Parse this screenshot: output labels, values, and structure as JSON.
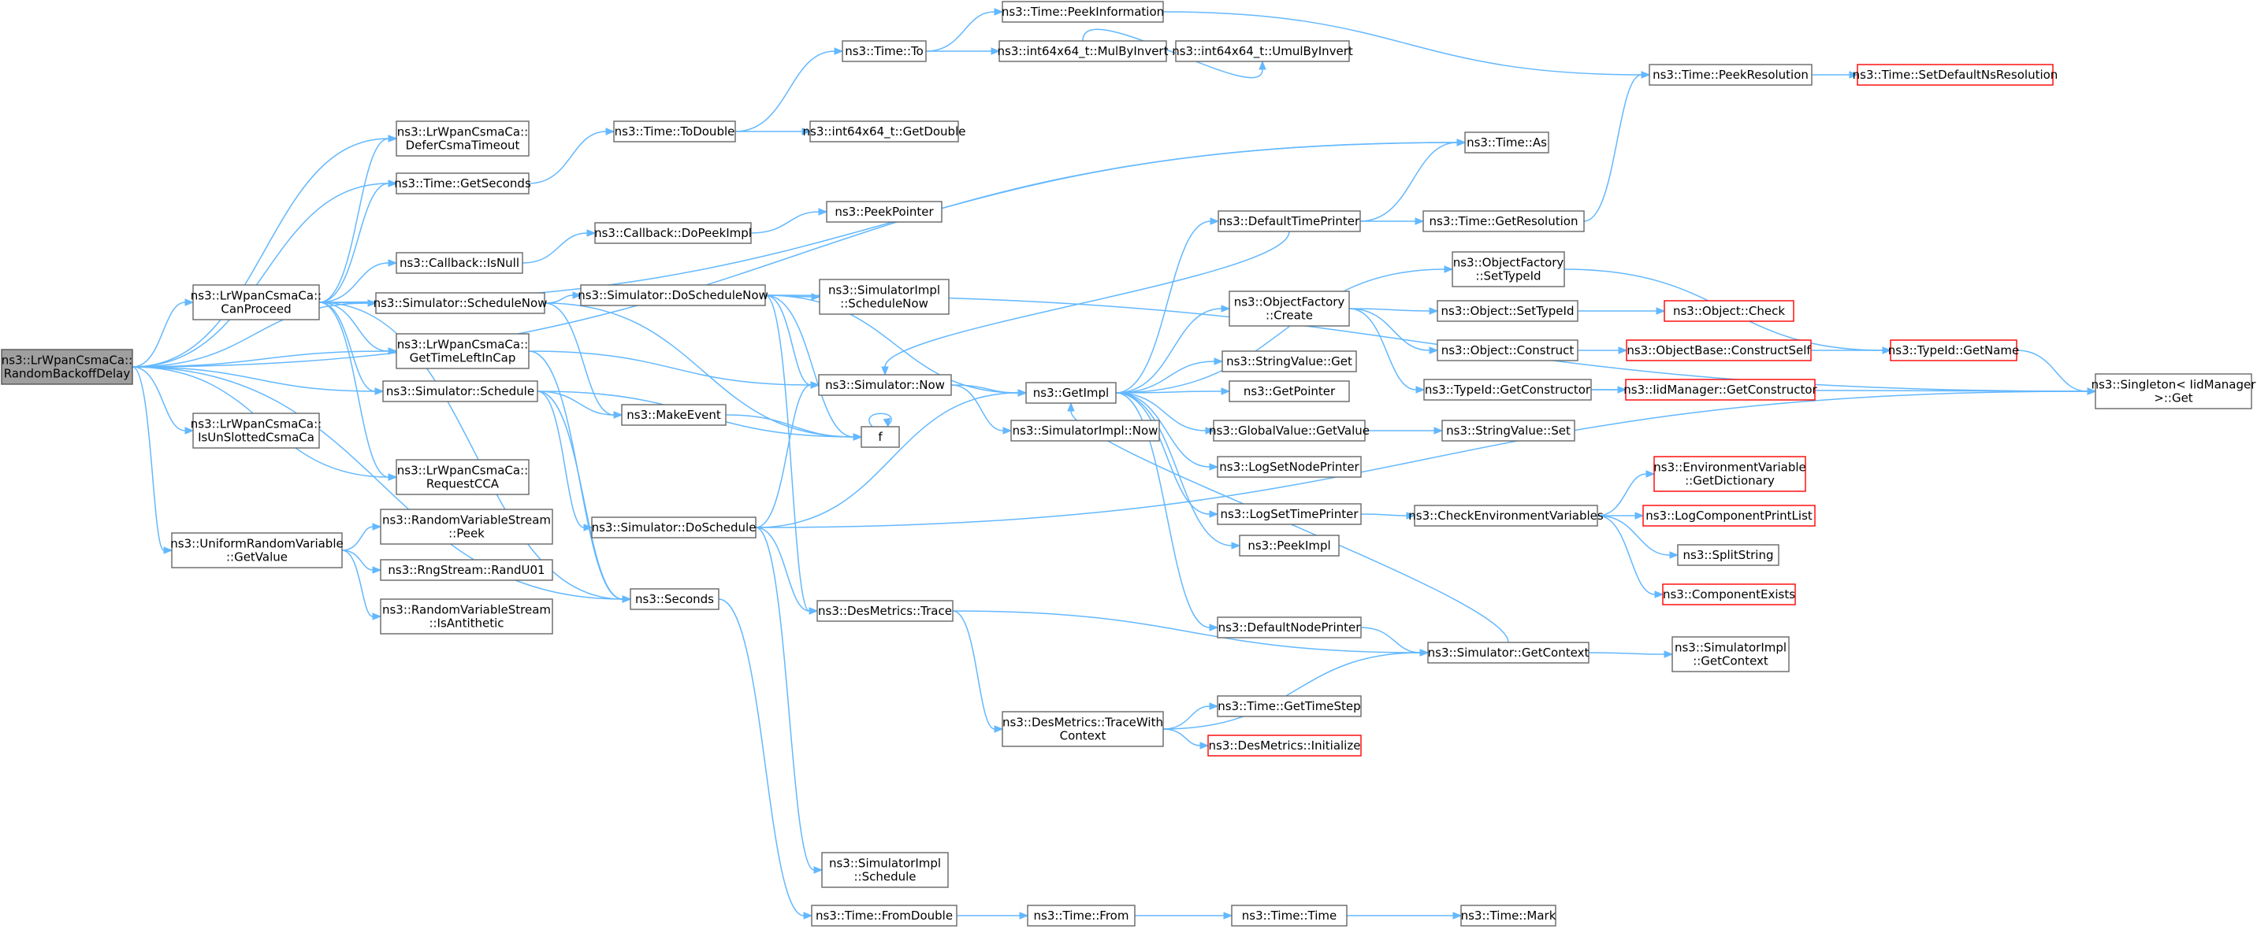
{
  "diagram": {
    "nodes": [
      {
        "id": "root",
        "lines": [
          "ns3::LrWpanCsmaCa::",
          "RandomBackoffDelay"
        ],
        "style": "root"
      },
      {
        "id": "canproceed",
        "lines": [
          "ns3::LrWpanCsmaCa::",
          "CanProceed"
        ],
        "style": "plain"
      },
      {
        "id": "isunslotted",
        "lines": [
          "ns3::LrWpanCsmaCa::",
          "IsUnSlottedCsmaCa"
        ],
        "style": "plain"
      },
      {
        "id": "urvgetvalue",
        "lines": [
          "ns3::UniformRandomVariable",
          "::GetValue"
        ],
        "style": "plain"
      },
      {
        "id": "defercsma",
        "lines": [
          "ns3::LrWpanCsmaCa::",
          "DeferCsmaTimeout"
        ],
        "style": "plain"
      },
      {
        "id": "getseconds",
        "lines": [
          "ns3::Time::GetSeconds"
        ],
        "style": "plain"
      },
      {
        "id": "isnull",
        "lines": [
          "ns3::Callback::IsNull"
        ],
        "style": "plain"
      },
      {
        "id": "schedulenow",
        "lines": [
          "ns3::Simulator::ScheduleNow"
        ],
        "style": "plain"
      },
      {
        "id": "gettimeleft",
        "lines": [
          "ns3::LrWpanCsmaCa::",
          "GetTimeLeftInCap"
        ],
        "style": "plain"
      },
      {
        "id": "schedule",
        "lines": [
          "ns3::Simulator::Schedule"
        ],
        "style": "plain"
      },
      {
        "id": "requestcca",
        "lines": [
          "ns3::LrWpanCsmaCa::",
          "RequestCCA"
        ],
        "style": "plain"
      },
      {
        "id": "rvspeek",
        "lines": [
          "ns3::RandomVariableStream",
          "::Peek"
        ],
        "style": "plain"
      },
      {
        "id": "randu01",
        "lines": [
          "ns3::RngStream::RandU01"
        ],
        "style": "plain"
      },
      {
        "id": "isantithetic",
        "lines": [
          "ns3::RandomVariableStream",
          "::IsAntithetic"
        ],
        "style": "plain"
      },
      {
        "id": "seconds",
        "lines": [
          "ns3::Seconds"
        ],
        "style": "plain"
      },
      {
        "id": "todouble",
        "lines": [
          "ns3::Time::ToDouble"
        ],
        "style": "plain"
      },
      {
        "id": "dopeekimpl",
        "lines": [
          "ns3::Callback::DoPeekImpl"
        ],
        "style": "plain"
      },
      {
        "id": "doschedulenow",
        "lines": [
          "ns3::Simulator::DoScheduleNow"
        ],
        "style": "plain"
      },
      {
        "id": "makeevent",
        "lines": [
          "ns3::MakeEvent"
        ],
        "style": "plain"
      },
      {
        "id": "doschedule",
        "lines": [
          "ns3::Simulator::DoSchedule"
        ],
        "style": "plain"
      },
      {
        "id": "timeto",
        "lines": [
          "ns3::Time::To"
        ],
        "style": "plain"
      },
      {
        "id": "getdouble",
        "lines": [
          "ns3::int64x64_t::GetDouble"
        ],
        "style": "plain"
      },
      {
        "id": "peekpointer",
        "lines": [
          "ns3::PeekPointer"
        ],
        "style": "plain"
      },
      {
        "id": "simimplschednow",
        "lines": [
          "ns3::SimulatorImpl",
          "::ScheduleNow"
        ],
        "style": "plain"
      },
      {
        "id": "simnow",
        "lines": [
          "ns3::Simulator::Now"
        ],
        "style": "plain"
      },
      {
        "id": "f",
        "lines": [
          "f"
        ],
        "style": "plain"
      },
      {
        "id": "destrace",
        "lines": [
          "ns3::DesMetrics::Trace"
        ],
        "style": "plain"
      },
      {
        "id": "simimplschedule",
        "lines": [
          "ns3::SimulatorImpl",
          "::Schedule"
        ],
        "style": "plain"
      },
      {
        "id": "fromdouble",
        "lines": [
          "ns3::Time::FromDouble"
        ],
        "style": "plain"
      },
      {
        "id": "peekinfo",
        "lines": [
          "ns3::Time::PeekInformation"
        ],
        "style": "plain"
      },
      {
        "id": "mulbyinvert",
        "lines": [
          "ns3::int64x64_t::MulByInvert"
        ],
        "style": "plain"
      },
      {
        "id": "umulbyinvert",
        "lines": [
          "ns3::int64x64_t::UmulByInvert"
        ],
        "style": "plain"
      },
      {
        "id": "getimpl",
        "lines": [
          "ns3::GetImpl"
        ],
        "style": "plain"
      },
      {
        "id": "simimplnow",
        "lines": [
          "ns3::SimulatorImpl::Now"
        ],
        "style": "plain"
      },
      {
        "id": "tracewithcontext",
        "lines": [
          "ns3::DesMetrics::TraceWith",
          "Context"
        ],
        "style": "plain"
      },
      {
        "id": "timefrom",
        "lines": [
          "ns3::Time::From"
        ],
        "style": "plain"
      },
      {
        "id": "defaulttimeprinter",
        "lines": [
          "ns3::DefaultTimePrinter"
        ],
        "style": "plain"
      },
      {
        "id": "ofcreate",
        "lines": [
          "ns3::ObjectFactory",
          "::Create"
        ],
        "style": "plain"
      },
      {
        "id": "svget",
        "lines": [
          "ns3::StringValue::Get"
        ],
        "style": "plain"
      },
      {
        "id": "getpointer",
        "lines": [
          "ns3::GetPointer"
        ],
        "style": "plain"
      },
      {
        "id": "gvgetvalue",
        "lines": [
          "ns3::GlobalValue::GetValue"
        ],
        "style": "plain"
      },
      {
        "id": "logsetnodeprinter",
        "lines": [
          "ns3::LogSetNodePrinter"
        ],
        "style": "plain"
      },
      {
        "id": "logsettimeprinter",
        "lines": [
          "ns3::LogSetTimePrinter"
        ],
        "style": "plain"
      },
      {
        "id": "peekimpl",
        "lines": [
          "ns3::PeekImpl"
        ],
        "style": "plain"
      },
      {
        "id": "defaultnodeprinter",
        "lines": [
          "ns3::DefaultNodePrinter"
        ],
        "style": "plain"
      },
      {
        "id": "gettimestep",
        "lines": [
          "ns3::Time::GetTimeStep"
        ],
        "style": "plain"
      },
      {
        "id": "desinit",
        "lines": [
          "ns3::DesMetrics::Initialize"
        ],
        "style": "trunc"
      },
      {
        "id": "timetime",
        "lines": [
          "ns3::Time::Time"
        ],
        "style": "plain"
      },
      {
        "id": "timeas",
        "lines": [
          "ns3::Time::As"
        ],
        "style": "plain"
      },
      {
        "id": "getresolution",
        "lines": [
          "ns3::Time::GetResolution"
        ],
        "style": "plain"
      },
      {
        "id": "ofsettypeid",
        "lines": [
          "ns3::ObjectFactory",
          "::SetTypeId"
        ],
        "style": "plain"
      },
      {
        "id": "objsettypeid",
        "lines": [
          "ns3::Object::SetTypeId"
        ],
        "style": "plain"
      },
      {
        "id": "objconstruct",
        "lines": [
          "ns3::Object::Construct"
        ],
        "style": "plain"
      },
      {
        "id": "getconstructor",
        "lines": [
          "ns3::TypeId::GetConstructor"
        ],
        "style": "plain"
      },
      {
        "id": "svset",
        "lines": [
          "ns3::StringValue::Set"
        ],
        "style": "plain"
      },
      {
        "id": "checkenv",
        "lines": [
          "ns3::CheckEnvironmentVariables"
        ],
        "style": "plain"
      },
      {
        "id": "simgetcontext",
        "lines": [
          "ns3::Simulator::GetContext"
        ],
        "style": "plain"
      },
      {
        "id": "timemark",
        "lines": [
          "ns3::Time::Mark"
        ],
        "style": "plain"
      },
      {
        "id": "peekresolution",
        "lines": [
          "ns3::Time::PeekResolution"
        ],
        "style": "plain"
      },
      {
        "id": "objcheck",
        "lines": [
          "ns3::Object::Check"
        ],
        "style": "trunc"
      },
      {
        "id": "constructself",
        "lines": [
          "ns3::ObjectBase::ConstructSelf"
        ],
        "style": "trunc"
      },
      {
        "id": "iidgetconstructor",
        "lines": [
          "ns3::IidManager::GetConstructor"
        ],
        "style": "trunc"
      },
      {
        "id": "envgetdict",
        "lines": [
          "ns3::EnvironmentVariable",
          "::GetDictionary"
        ],
        "style": "trunc"
      },
      {
        "id": "logcompprint",
        "lines": [
          "ns3::LogComponentPrintList"
        ],
        "style": "trunc"
      },
      {
        "id": "splitstring",
        "lines": [
          "ns3::SplitString"
        ],
        "style": "plain"
      },
      {
        "id": "compexists",
        "lines": [
          "ns3::ComponentExists"
        ],
        "style": "trunc"
      },
      {
        "id": "simimplgetcontext",
        "lines": [
          "ns3::SimulatorImpl",
          "::GetContext"
        ],
        "style": "plain"
      },
      {
        "id": "setdefaultns",
        "lines": [
          "ns3::Time::SetDefaultNsResolution"
        ],
        "style": "trunc"
      },
      {
        "id": "typeidgetname",
        "lines": [
          "ns3::TypeId::GetName"
        ],
        "style": "trunc"
      },
      {
        "id": "singletonget",
        "lines": [
          "ns3::Singleton< IidManager",
          ">::Get"
        ],
        "style": "plain"
      }
    ],
    "colors": {
      "edge": "#63b8ff",
      "root_fill": "#9f9f9f",
      "truncated_border": "#ff0000",
      "node_border": "#666666"
    }
  }
}
